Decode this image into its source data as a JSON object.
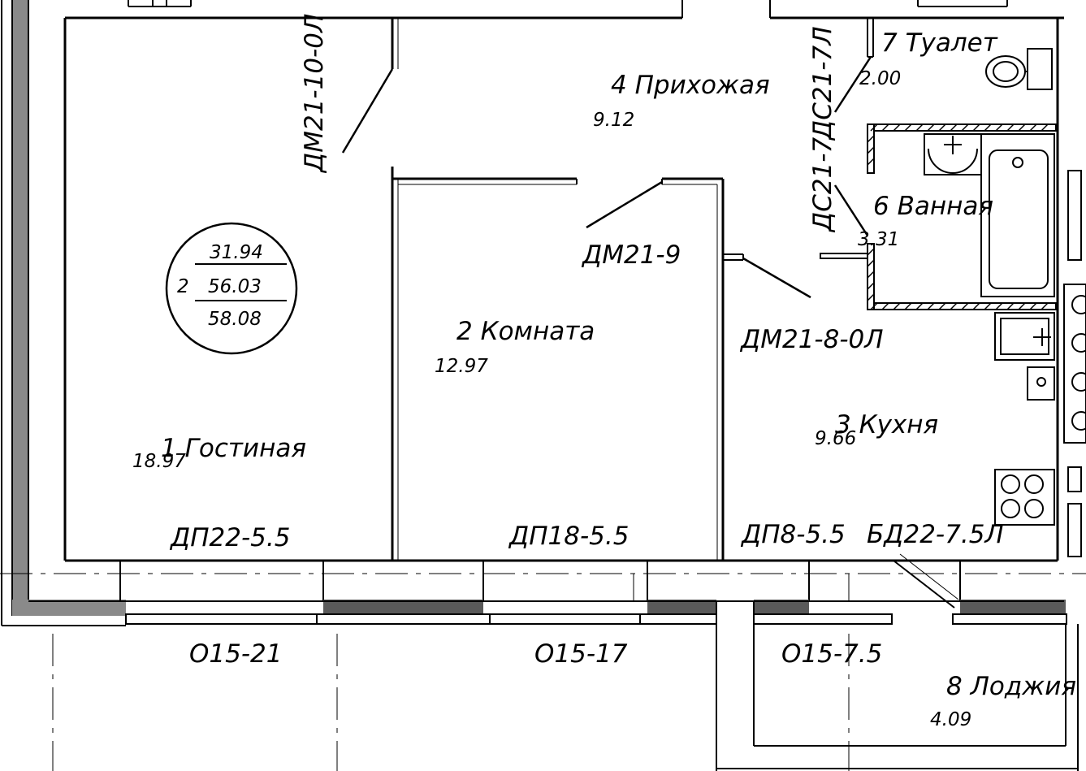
{
  "rooms": [
    {
      "label": "1  Гостиная",
      "area": "18.97"
    },
    {
      "label": "2  Комната",
      "area": "12.97"
    },
    {
      "label": "3  Кухня",
      "area": "9.66"
    },
    {
      "label": "4  Прихожая",
      "area": "9.12"
    },
    {
      "label": "6  Ванная",
      "area": "3.31"
    },
    {
      "label": "7  Туалет",
      "area": "2.00"
    },
    {
      "label": "8  Лоджия",
      "area": "4.09"
    }
  ],
  "apartment": {
    "rooms_count": "2",
    "living_area": "31.94",
    "total_area": "56.03",
    "total_with_loggia": "58.08"
  },
  "doors": [
    "ДМ21-10-0Л",
    "ДМ21-9",
    "ДМ21-8-0Л",
    "ДС21-7Л",
    "ДС21-7",
    "БД22-7.5Л"
  ],
  "lintels": [
    "ДП22-5.5",
    "ДП18-5.5",
    "ДП8-5.5"
  ],
  "windows": [
    "О15-21",
    "О15-17",
    "О15-7.5"
  ]
}
